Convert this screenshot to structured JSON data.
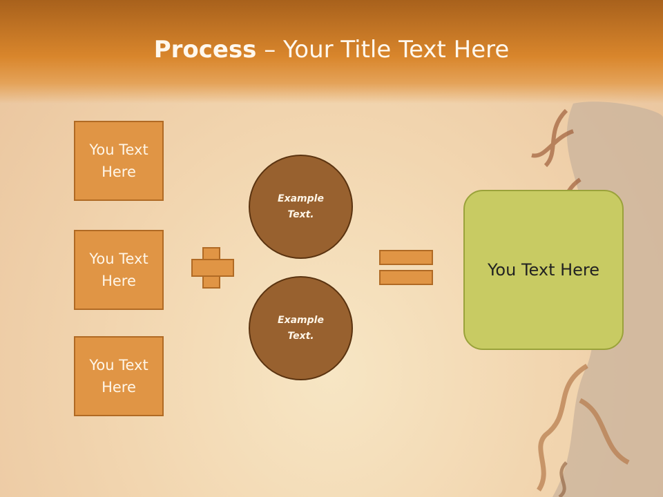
{
  "title": {
    "bold": "Process",
    "rest": " – Your Title Text Here"
  },
  "inputs": [
    "You Text\nHere",
    "You Text\nHere",
    "You Text\nHere"
  ],
  "circles": [
    "Example\nText.",
    "Example\nText."
  ],
  "result": "You Text Here",
  "colors": {
    "box_fill": "#e09545",
    "circle_fill": "#98612f",
    "result_fill": "#c8cb63",
    "header": "#d9862c"
  }
}
